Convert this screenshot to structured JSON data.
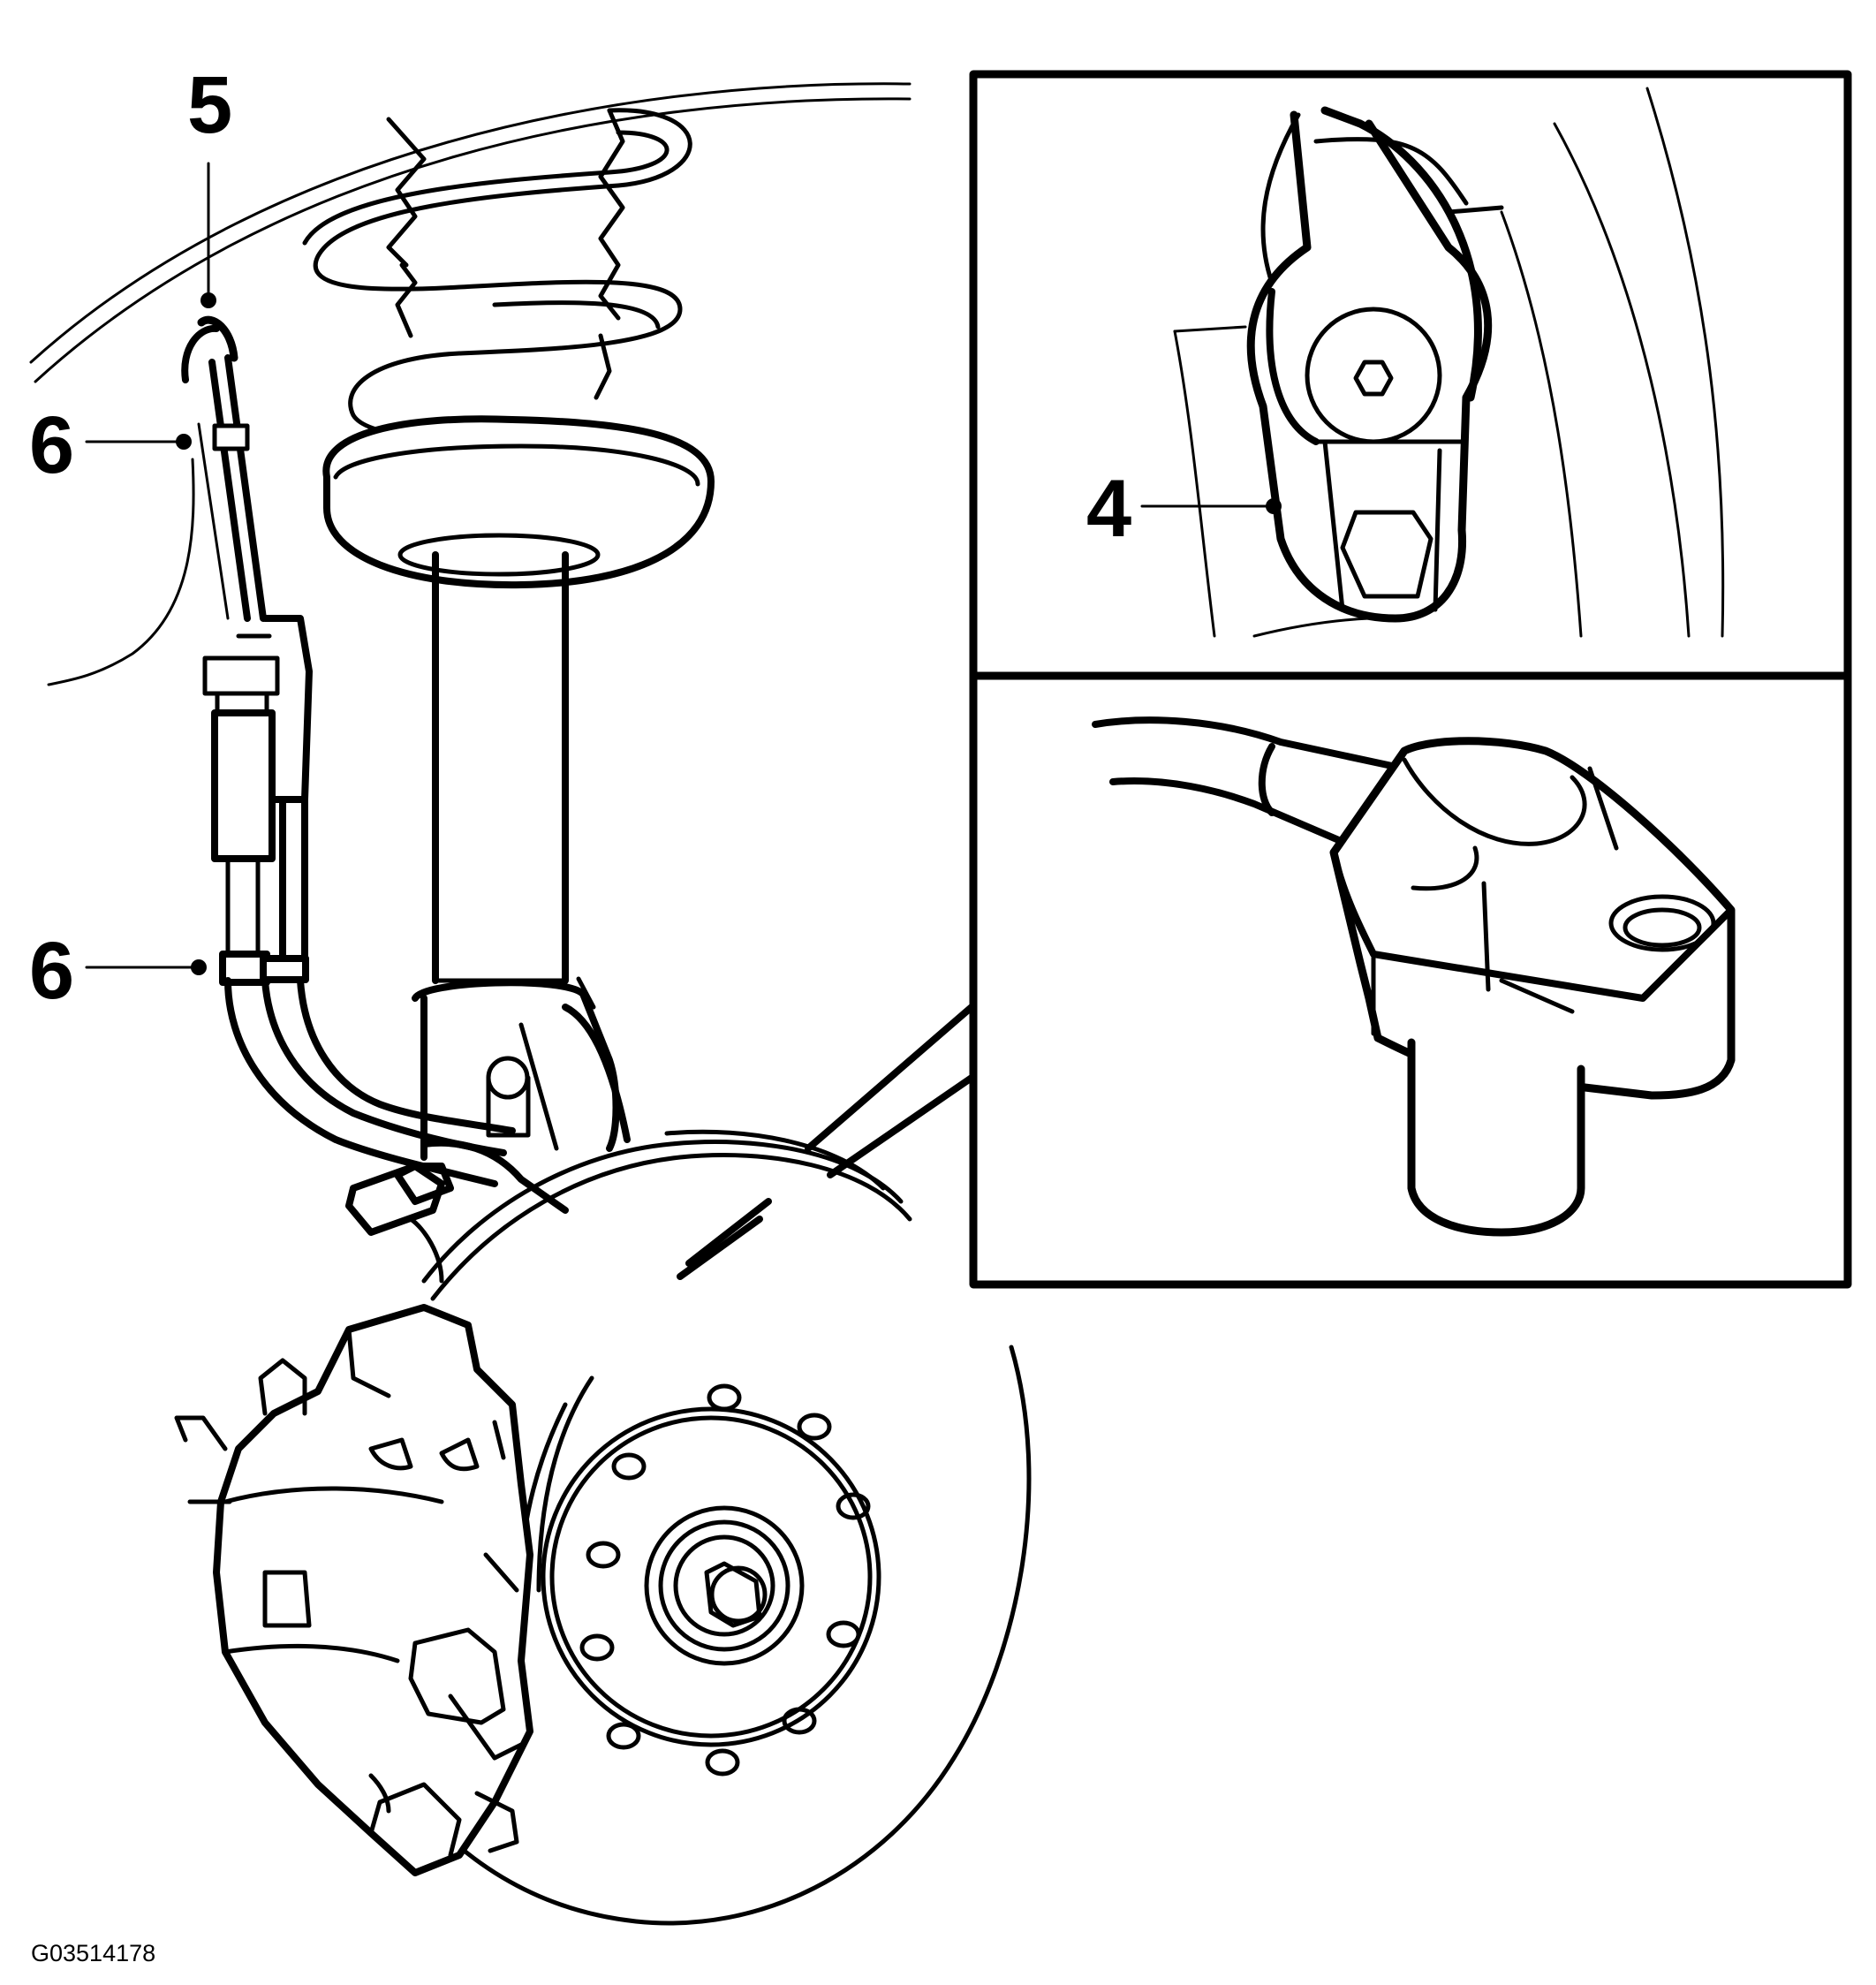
{
  "callouts": {
    "c5": {
      "label": "5"
    },
    "c6_upper": {
      "label": "6"
    },
    "c6_lower": {
      "label": "6"
    },
    "c4": {
      "label": "4"
    }
  },
  "figure_id": "G03514178",
  "colors": {
    "ink": "#000000",
    "paper": "#ffffff"
  }
}
